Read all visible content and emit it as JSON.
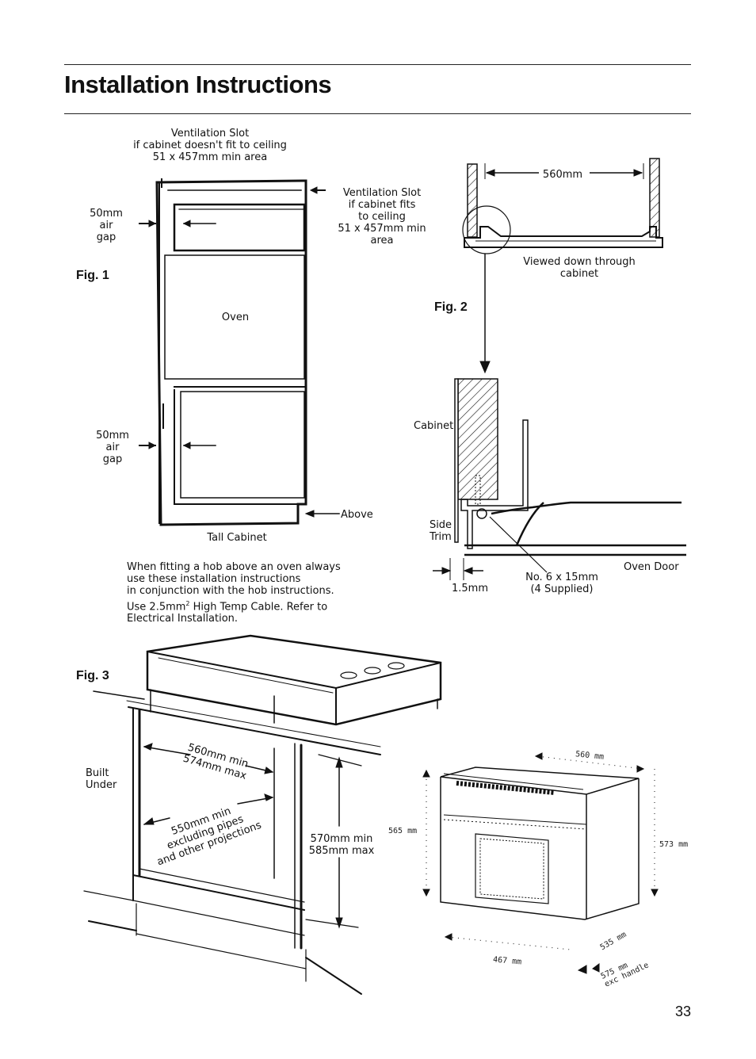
{
  "page": {
    "title": "Installation Instructions",
    "page_number": "33"
  },
  "fig1": {
    "label": "Fig. 1",
    "vent_top": "Ventilation Slot\nif cabinet doesn't fit to ceiling\n51 x 457mm min area",
    "vent_side": "Ventilation Slot\nif cabinet fits\nto ceiling\n51 x 457mm min\narea",
    "air_gap_top": "50mm\nair\ngap",
    "air_gap_bottom": "50mm\nair\ngap",
    "oven": "Oven",
    "above": "Above",
    "tall_cabinet": "Tall Cabinet"
  },
  "fig2": {
    "label": "Fig. 2",
    "width": "560mm",
    "viewed": "Viewed down through\ncabinet",
    "cabinet": "Cabinet",
    "side_trim": "Side\nTrim",
    "gap": "1.5mm",
    "screw": "No. 6 x 15mm\n(4 Supplied)",
    "oven_door": "Oven Door"
  },
  "note": {
    "line1": "When fitting a hob above an oven always",
    "line2": "use these installation instructions",
    "line3": "in conjunction with the hob instructions.",
    "line4a": "Use 2.5mm",
    "sup": "2",
    "line4b": " High Temp Cable. Refer to",
    "line5": "Electrical Installation."
  },
  "fig3": {
    "label": "Fig. 3",
    "built_under": "Built\nUnder",
    "width": "560mm min\n574mm max",
    "depth": "550mm min\nexcluding pipes\nand other projections",
    "height": "570mm min\n585mm max",
    "oven_top_width": "560 mm",
    "oven_left_height": "565 mm",
    "oven_right_height": "573 mm",
    "oven_bottom_width": "467 mm",
    "oven_depth": "535 mm",
    "oven_depth2": "575 mm\nexc handle"
  }
}
